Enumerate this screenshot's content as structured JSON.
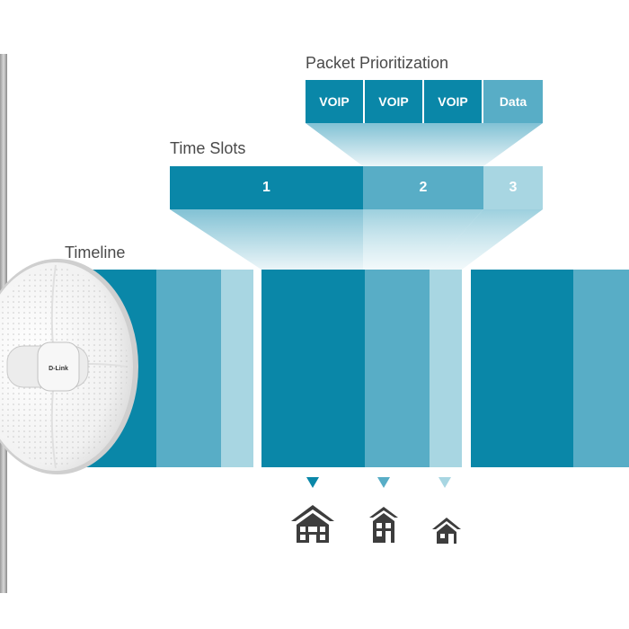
{
  "labels": {
    "packet_prioritization": "Packet Prioritization",
    "time_slots": "Time Slots",
    "timeline": "Timeline"
  },
  "packets": [
    "VOIP",
    "VOIP",
    "VOIP",
    "Data"
  ],
  "slots": [
    "1",
    "2",
    "3"
  ],
  "device_brand": "D-Link",
  "colors": {
    "dark": "#0a87a8",
    "medium": "#58adc6",
    "light": "#a8d6e2",
    "icon": "#3d3d3d"
  },
  "icons": [
    "large-house-icon",
    "medium-house-icon",
    "small-house-icon"
  ]
}
